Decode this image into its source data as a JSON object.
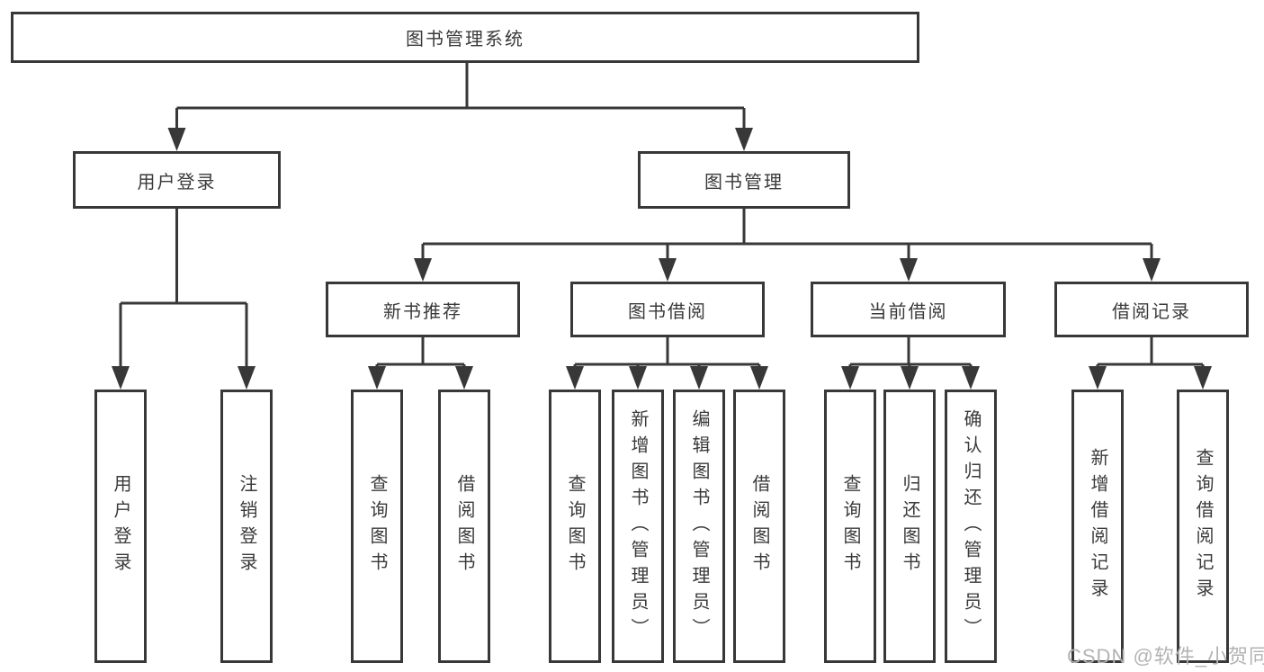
{
  "diagram": {
    "root": {
      "label": "图书管理系统"
    },
    "level2": [
      {
        "label": "用户登录"
      },
      {
        "label": "图书管理"
      }
    ],
    "level3": [
      {
        "label": "新书推荐"
      },
      {
        "label": "图书借阅"
      },
      {
        "label": "当前借阅"
      },
      {
        "label": "借阅记录"
      }
    ],
    "leaves": {
      "user_login": [
        {
          "label": "用户登录"
        },
        {
          "label": "注销登录"
        }
      ],
      "new_books": [
        {
          "label": "查询图书"
        },
        {
          "label": "借阅图书"
        }
      ],
      "book_borrowing": [
        {
          "label": "查询图书"
        },
        {
          "label": "新增图书（管理员）"
        },
        {
          "label": "编辑图书（管理员）"
        },
        {
          "label": "借阅图书"
        }
      ],
      "current_borrowing": [
        {
          "label": "查询图书"
        },
        {
          "label": "归还图书"
        },
        {
          "label": "确认归还（管理员）"
        }
      ],
      "borrowing_records": [
        {
          "label": "新增借阅记录"
        },
        {
          "label": "查询借阅记录"
        }
      ]
    }
  },
  "watermark": {
    "text": "CSDN @软件_小贺同学"
  },
  "colors": {
    "line": "#383838",
    "text": "#3a3a3a",
    "background": "#ffffff",
    "watermark": "#b3b3b3"
  }
}
